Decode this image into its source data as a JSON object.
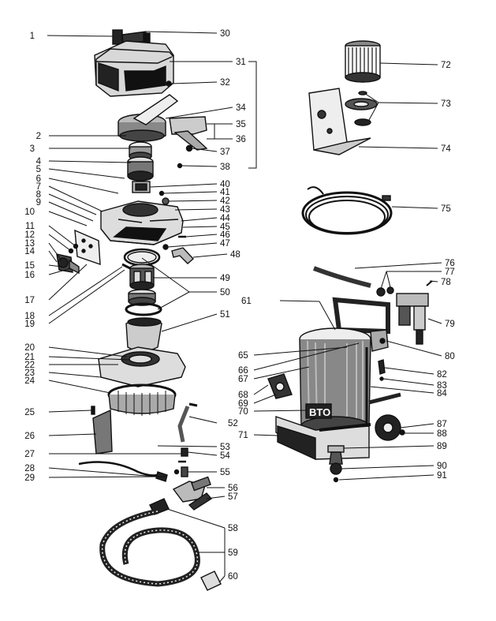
{
  "callouts": {
    "left": [
      "1",
      "2",
      "3",
      "4",
      "5",
      "6",
      "7",
      "8",
      "9",
      "10",
      "11",
      "12",
      "13",
      "14",
      "15",
      "16",
      "17",
      "18",
      "19",
      "20",
      "21",
      "22",
      "23",
      "24",
      "25",
      "26",
      "27",
      "28",
      "29"
    ],
    "right": [
      "30",
      "31",
      "32",
      "34",
      "35",
      "36",
      "37",
      "38",
      "40",
      "41",
      "42",
      "43",
      "44",
      "45",
      "46",
      "47",
      "48",
      "49",
      "50",
      "51",
      "52",
      "53",
      "54",
      "55",
      "56",
      "57",
      "58",
      "59",
      "60"
    ],
    "cart_left": [
      "61",
      "65",
      "66",
      "67",
      "68",
      "69",
      "70",
      "71"
    ],
    "cart_right": [
      "72",
      "73",
      "74",
      "75",
      "76",
      "77",
      "78",
      "79",
      "80",
      "82",
      "83",
      "84",
      "87",
      "88",
      "89",
      "90",
      "91"
    ]
  },
  "brand_text": "BTO"
}
